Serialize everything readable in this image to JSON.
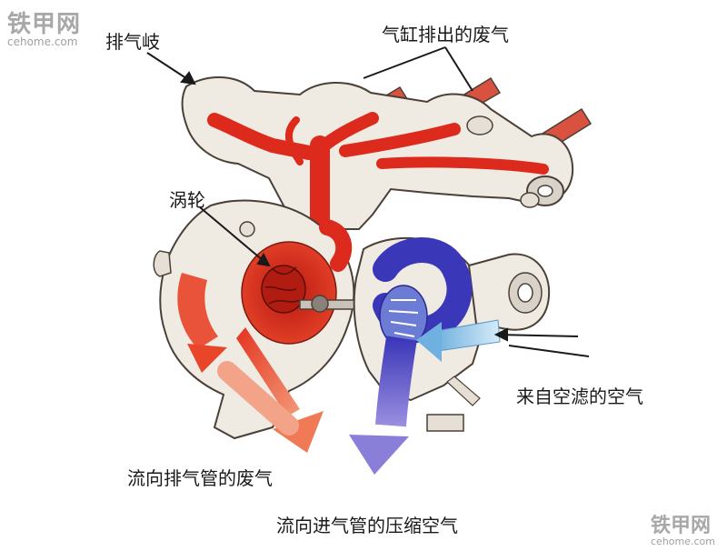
{
  "watermark_top": {
    "brand": "铁甲网",
    "site": "cehome.com"
  },
  "watermark_bottom": {
    "brand": "铁甲网",
    "site": "cehome.com"
  },
  "labels": {
    "exhaust_manifold": "排气岐",
    "cylinder_exhaust": "气缸排出的废气",
    "turbine": "涡轮",
    "air_from_filter": "来自空滤的空气",
    "exhaust_to_pipe": "流向排气管的废气",
    "compressed_air_to_intake": "流向进气管的压缩空气"
  },
  "colors": {
    "casting": "#efeae2",
    "casting_outline": "#4a4038",
    "hot_gas": "#dc2a1c",
    "hot_gas_light": "#f07a55",
    "cool_air": "#3a37b8",
    "cool_air_light": "#8e9ee0",
    "intake_air": "#8fc3e8"
  }
}
